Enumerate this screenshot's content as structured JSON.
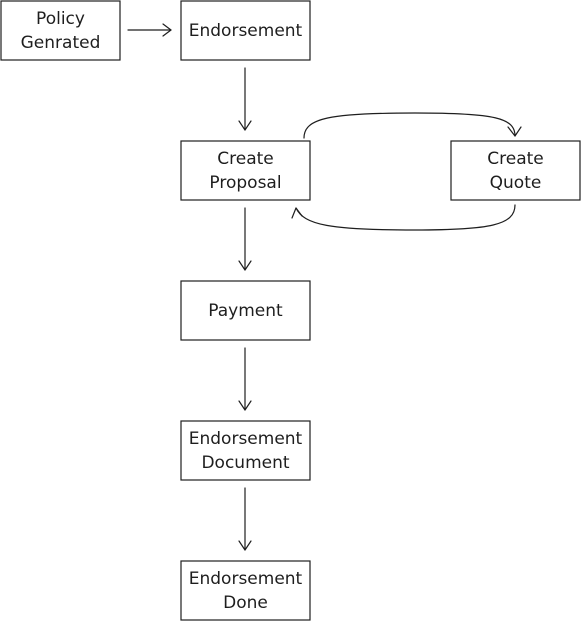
{
  "nodes": [
    {
      "id": "policy-generated",
      "lines": [
        "Policy",
        "Genrated"
      ]
    },
    {
      "id": "endorsement",
      "lines": [
        "Endorsement"
      ]
    },
    {
      "id": "create-proposal",
      "lines": [
        "Create",
        "Proposal"
      ]
    },
    {
      "id": "create-quote",
      "lines": [
        "Create",
        "Quote"
      ]
    },
    {
      "id": "payment",
      "lines": [
        "Payment"
      ]
    },
    {
      "id": "endorsement-document",
      "lines": [
        "Endorsement",
        "Document"
      ]
    },
    {
      "id": "endorsement-done",
      "lines": [
        "Endorsement",
        "Done"
      ]
    }
  ],
  "edges": [
    {
      "from": "policy-generated",
      "to": "endorsement"
    },
    {
      "from": "endorsement",
      "to": "create-proposal"
    },
    {
      "from": "create-proposal",
      "to": "create-quote"
    },
    {
      "from": "create-quote",
      "to": "create-proposal"
    },
    {
      "from": "create-proposal",
      "to": "payment"
    },
    {
      "from": "payment",
      "to": "endorsement-document"
    },
    {
      "from": "endorsement-document",
      "to": "endorsement-done"
    }
  ]
}
